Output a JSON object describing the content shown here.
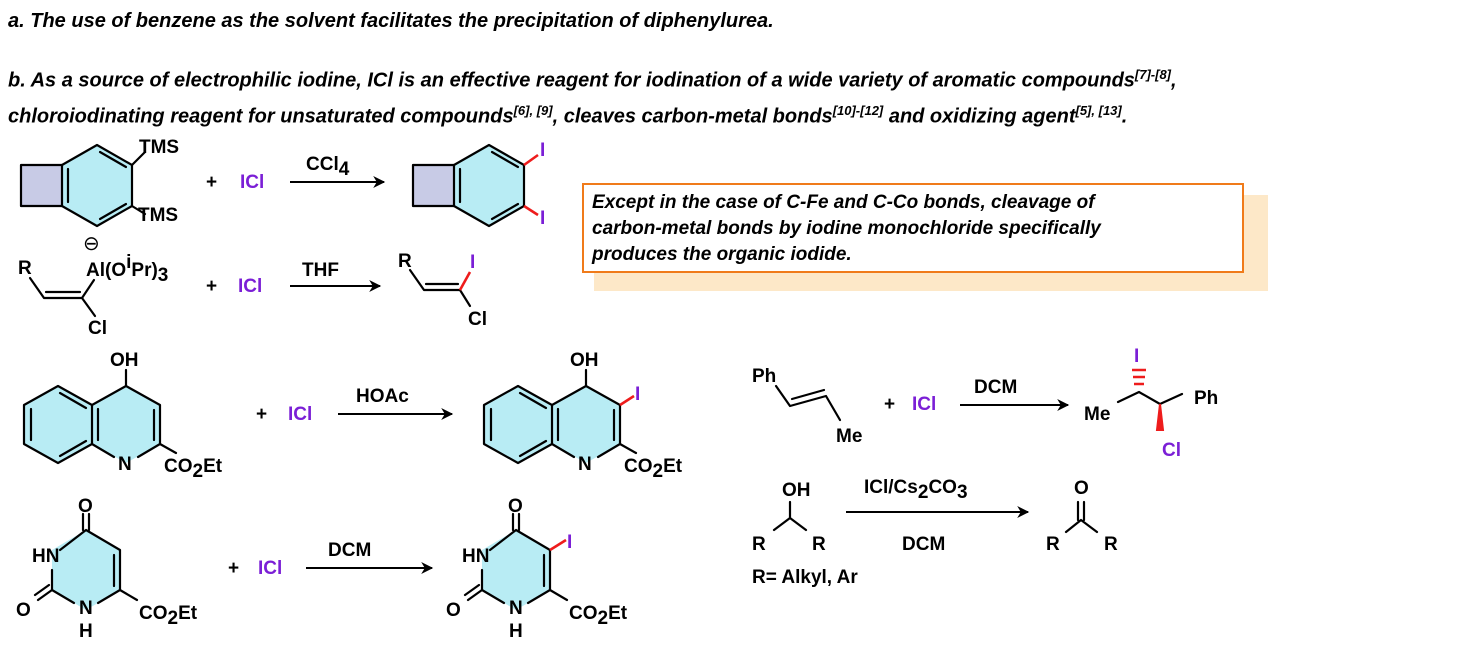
{
  "notes": {
    "a": "a. The use of benzene as the solvent facilitates the precipitation of diphenylurea.",
    "b_line1": "b. As a source of electrophilic iodine, ICl is an effective reagent for iodination of a wide variety of aromatic compounds",
    "b_ref1": "[7]-[8]",
    "b_line1_end": ",",
    "b_line2_start": "chloroiodinating reagent for unsaturated compounds",
    "b_ref2": "[6], [9]",
    "b_line2_mid": ", cleaves carbon-metal bonds",
    "b_ref3": "[10]-[12]",
    "b_line2_mid2": " and oxidizing agent",
    "b_ref4": "[5], [13]",
    "b_line2_end": "."
  },
  "callout": {
    "line1": "Except in the case of C-Fe and C-Co bonds, cleavage of",
    "line2": "carbon-metal bonds by iodine monochloride specifically",
    "line3": "produces the organic iodide."
  },
  "reactions": {
    "r1": {
      "sub1": "TMS",
      "sub2": "TMS",
      "plus": "+",
      "reagent": "ICl",
      "cond": "CCl",
      "cond_sub": "4",
      "p1": "I",
      "p2": "I"
    },
    "r2": {
      "r": "R",
      "charge": "⊖",
      "al": "Al(O",
      "al_sup": "i",
      "al_end": "Pr)",
      "al_sub": "3",
      "cl": "Cl",
      "plus": "+",
      "reagent": "ICl",
      "cond": "THF",
      "pr": "R",
      "pi": "I",
      "pcl": "Cl"
    },
    "r3": {
      "oh": "OH",
      "n": "N",
      "ester": "CO",
      "ester_sub": "2",
      "ester_end": "Et",
      "plus": "+",
      "reagent": "ICl",
      "cond": "HOAc",
      "p_oh": "OH",
      "p_i": "I",
      "p_n": "N",
      "p_ester": "CO",
      "p_ester_sub": "2",
      "p_ester_end": "Et"
    },
    "r4": {
      "o_top": "O",
      "hn": "HN",
      "o_left": "O",
      "n": "N",
      "h": "H",
      "ester": "CO",
      "ester_sub": "2",
      "ester_end": "Et",
      "plus": "+",
      "reagent": "ICl",
      "cond": "DCM",
      "p_o_top": "O",
      "p_i": "I",
      "p_hn": "HN",
      "p_o_left": "O",
      "p_n": "N",
      "p_h": "H",
      "p_ester": "CO",
      "p_ester_sub": "2",
      "p_ester_end": "Et"
    },
    "r5": {
      "ph": "Ph",
      "me": "Me",
      "plus": "+",
      "reagent": "ICl",
      "cond": "DCM",
      "p_i": "I",
      "p_me": "Me",
      "p_ph": "Ph",
      "p_cl": "Cl"
    },
    "r6": {
      "oh": "OH",
      "r1": "R",
      "r2": "R",
      "def": "R= Alkyl, Ar",
      "reagent": "ICl",
      "cond_rest": "/Cs",
      "cond_sub": "2",
      "cond_end": "CO",
      "cond_sub2": "3",
      "cond2": "DCM",
      "p_o": "O",
      "p_r1": "R",
      "p_r2": "R"
    }
  },
  "colors": {
    "reagent": "#7b1fd6",
    "ring_fill": "#b8ecf4",
    "cyclobutane_fill": "#c8cbe6",
    "new_bond": "#ee1c1c",
    "callout_border": "#f07b1a",
    "callout_shadow": "#fde8c8"
  }
}
